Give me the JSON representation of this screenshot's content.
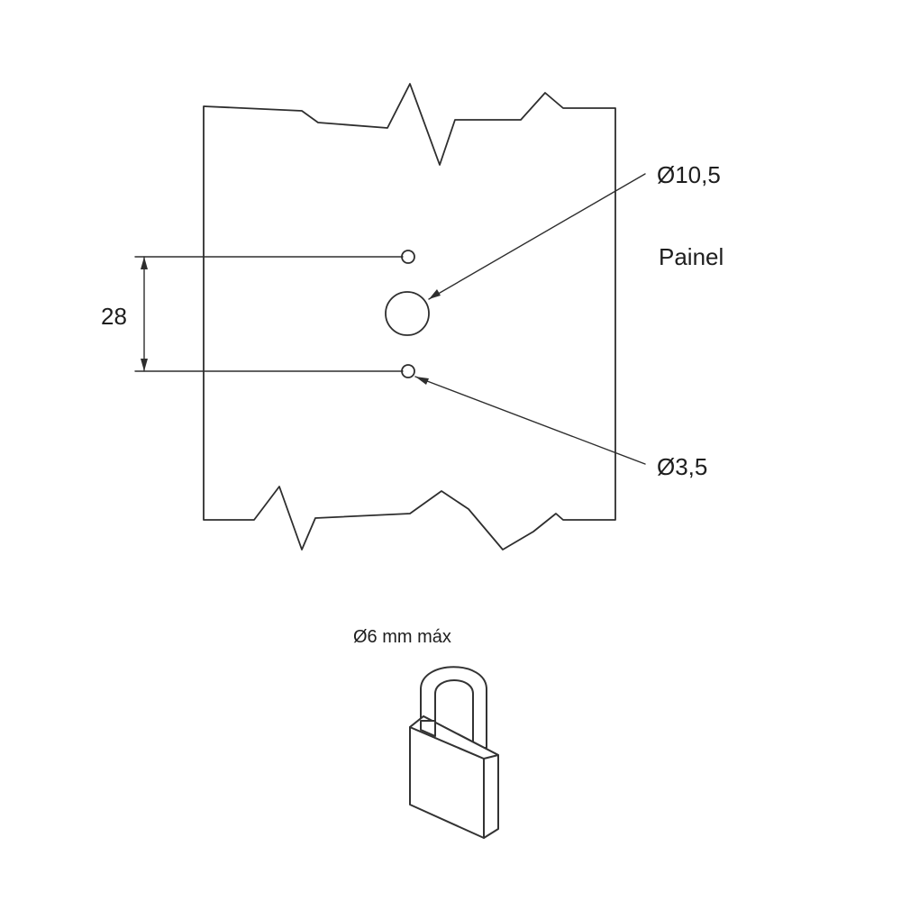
{
  "labels": {
    "large_hole": "Ø10,5",
    "panel": "Painel",
    "dimension": "28",
    "small_hole": "Ø3,5",
    "padlock_spec": "Ø6 mm máx"
  },
  "colors": {
    "line": "#2e2e2e",
    "text": "#1e1e1e",
    "background": "#ffffff"
  },
  "icons": {
    "padlock": "padlock-icon"
  }
}
